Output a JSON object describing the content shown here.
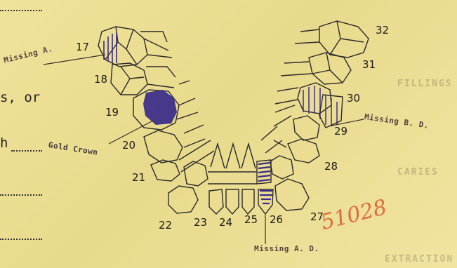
{
  "form": {
    "left_label_or": "s, or",
    "left_label_h": "h",
    "gold_crown_label": "Gold Crown",
    "missing_a_left": "Missing A.",
    "missing_bd": "Missing B. D.",
    "missing_a_bottom": "Missing A. D.",
    "handwritten_number": "51028"
  },
  "tooth_numbers": [
    "17",
    "18",
    "19",
    "20",
    "21",
    "22",
    "23",
    "24",
    "25",
    "26",
    "27",
    "28",
    "29",
    "30",
    "31",
    "32"
  ],
  "colors": {
    "paper": "#efe39a",
    "ink": "#1b1b1b",
    "purple_fill": "#3a2a8c",
    "stamp": "#5b3f3f",
    "red_pencil": "#e06a3f"
  }
}
